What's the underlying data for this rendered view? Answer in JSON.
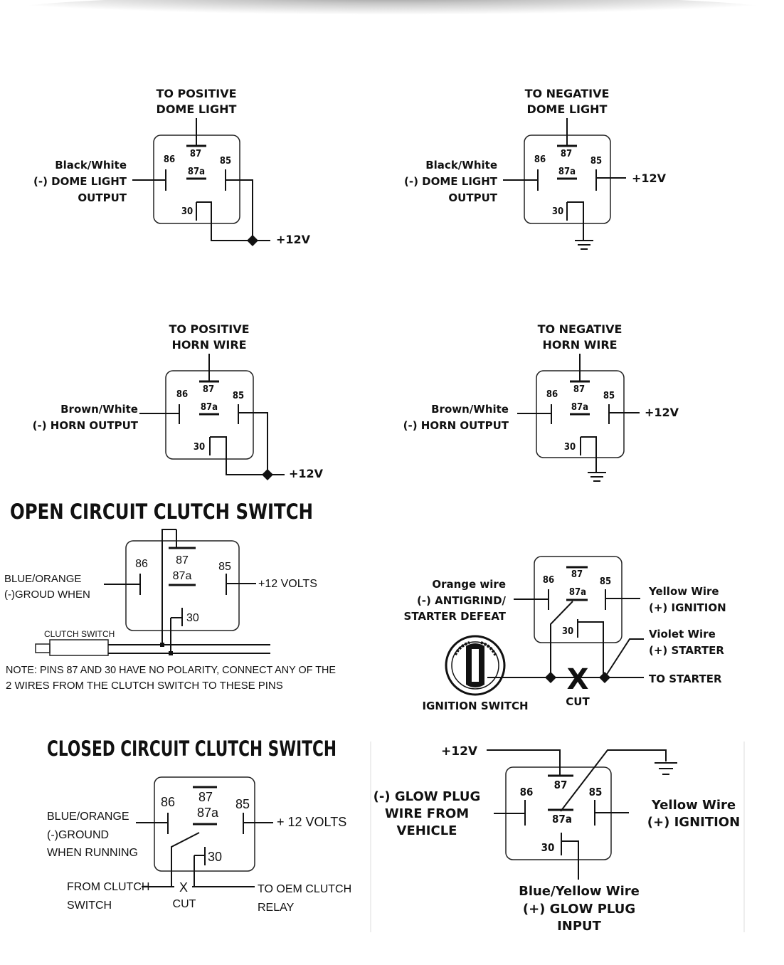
{
  "d1": {
    "top1": "TO POSITIVE",
    "top2": "DOME LIGHT",
    "left1": "Black/White",
    "left2": "(-) DOME LIGHT",
    "left3": "OUTPUT",
    "p86": "86",
    "p87": "87",
    "p87a": "87a",
    "p85": "85",
    "p30": "30",
    "v": "+12V"
  },
  "d2": {
    "top1": "TO NEGATIVE",
    "top2": "DOME LIGHT",
    "left1": "Black/White",
    "left2": "(-) DOME LIGHT",
    "left3": "OUTPUT",
    "p86": "86",
    "p87": "87",
    "p87a": "87a",
    "p85": "85",
    "p30": "30",
    "v": "+12V"
  },
  "d3": {
    "top1": "TO POSITIVE",
    "top2": "HORN WIRE",
    "left1": "Brown/White",
    "left2": "(-) HORN OUTPUT",
    "p86": "86",
    "p87": "87",
    "p87a": "87a",
    "p85": "85",
    "p30": "30",
    "v": "+12V"
  },
  "d4": {
    "top1": "TO NEGATIVE",
    "top2": "HORN WIRE",
    "left1": "Brown/White",
    "left2": "(-) HORN OUTPUT",
    "p86": "86",
    "p87": "87",
    "p87a": "87a",
    "p85": "85",
    "p30": "30",
    "v": "+12V"
  },
  "d5": {
    "title": "OPEN CIRCUIT CLUTCH SWITCH",
    "left1": "BLUE/ORANGE",
    "left2": "(-)GROUD WHEN",
    "p86": "86",
    "p87": "87",
    "p87a": "87a",
    "p85": "85",
    "p30": "30",
    "v": "+12 VOLTS",
    "switch": "CLUTCH SWITCH",
    "note1": "NOTE: PINS 87 AND 30 HAVE NO POLARITY, CONNECT ANY OF THE",
    "note2": "2 WIRES FROM THE CLUTCH SWITCH TO THESE PINS"
  },
  "d6": {
    "left1": "Orange wire",
    "left2": "(-) ANTIGRIND/",
    "left3": "STARTER DEFEAT",
    "r1a": "Yellow Wire",
    "r1b": "(+) IGNITION",
    "r2a": "Violet Wire",
    "r2b": "(+) STARTER",
    "r3": "TO STARTER",
    "cut": "CUT",
    "ign": "IGNITION SWITCH",
    "p86": "86",
    "p87": "87",
    "p87a": "87a",
    "p85": "85",
    "p30": "30",
    "x": "X"
  },
  "d7": {
    "title": "CLOSED CIRCUIT CLUTCH SWITCH",
    "left1": "BLUE/ORANGE",
    "left2": "(-)GROUND",
    "left3": "WHEN RUNNING",
    "p86": "86",
    "p87": "87",
    "p87a": "87a",
    "p85": "85",
    "p30": "30",
    "v": "+ 12 VOLTS",
    "from1": "FROM CLUTCH",
    "from2": "SWITCH",
    "to1": "TO OEM CLUTCH",
    "to2": "RELAY",
    "x": "X",
    "cut": "CUT"
  },
  "d8": {
    "v": "+12V",
    "left1": "(-) GLOW PLUG",
    "left2": "WIRE FROM",
    "left3": "VEHICLE",
    "r1": "Yellow Wire",
    "r2": "(+) IGNITION",
    "b1": "Blue/Yellow Wire",
    "b2": "(+) GLOW PLUG",
    "b3": "INPUT",
    "p86": "86",
    "p87": "87",
    "p87a": "87a",
    "p85": "85",
    "p30": "30"
  }
}
